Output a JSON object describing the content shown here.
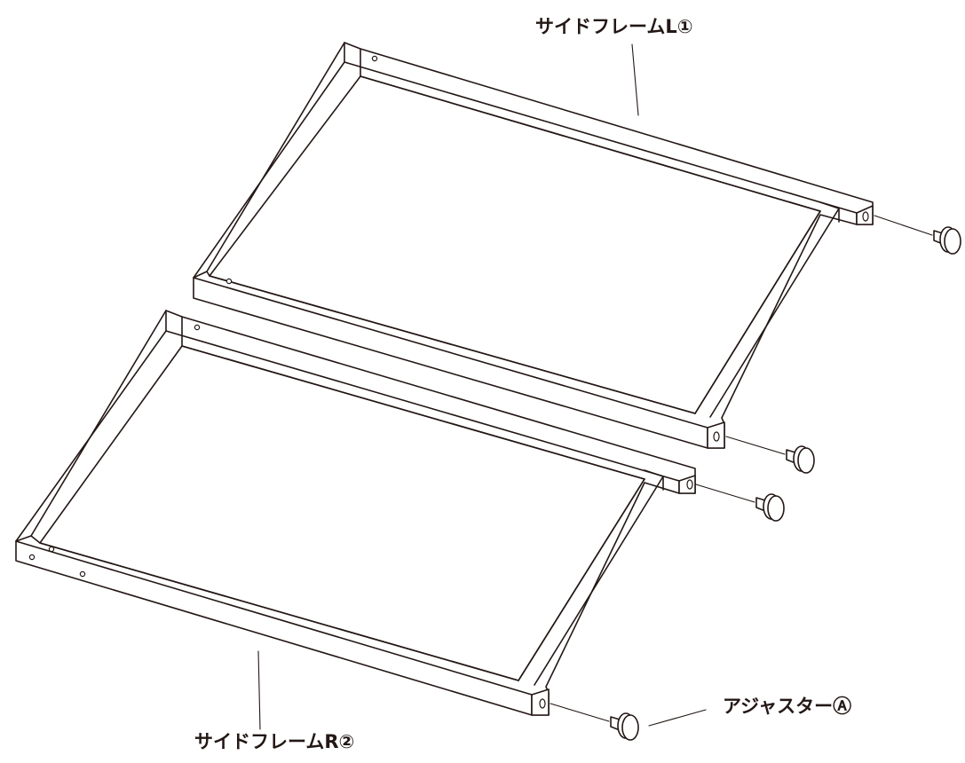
{
  "labels": {
    "side_frame_l": "サイドフレームL①",
    "side_frame_r": "サイドフレームR②",
    "adjuster": "アジャスターⒶ"
  },
  "colors": {
    "line": "#231815",
    "background": "#ffffff"
  }
}
